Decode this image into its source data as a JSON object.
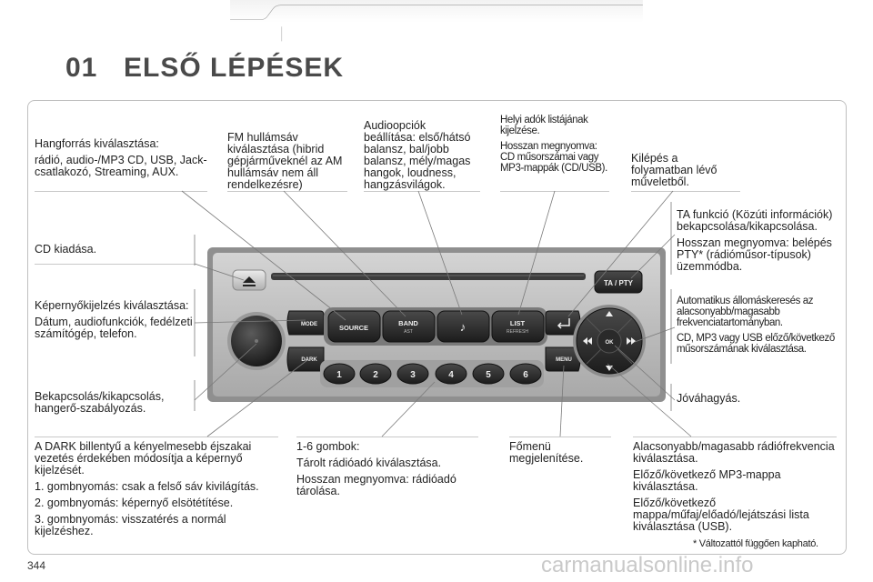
{
  "header": {
    "chapter": "01",
    "title": "ELSŐ LÉPÉSEK"
  },
  "labels": {
    "source_select": {
      "title": "Hangforrás kiválasztása:",
      "body": "rádió, audio-/MP3 CD, USB, Jack-csatlakozó, Streaming, AUX."
    },
    "fm_band": "FM hullámsáv kiválasztása (hibrid gépjárműveknél az AM hullámsáv nem áll rendelkezésre)",
    "audio_options": "Audioopciók beállítása: első/hátsó balansz, bal/jobb balansz, mély/magas hangok, loudness, hangzásvilágok.",
    "local_list": {
      "title": "Helyi adók listájának kijelzése.",
      "body": "Hosszan megnyomva: CD műsorszámai vagy MP3-mappák (CD/USB)."
    },
    "exit": "Kilépés a folyamatban lévő műveletből.",
    "ta": {
      "line1": "TA funkció (Közúti információk) bekapcsolása/kikapcsolása.",
      "line2": "Hosszan megnyomva: belépés PTY* (rádióműsor-típusok) üzemmódba."
    },
    "eject": "CD kiadása.",
    "display": {
      "title": "Képernyőkijelzés kiválasztása:",
      "body": "Dátum, audiofunkciók, fedélzeti számítógép, telefon."
    },
    "auto_search": {
      "line1": "Automatikus állomáskeresés az alacsonyabb/magasabb frekvenciatartományban.",
      "line2": "CD, MP3 vagy USB előző/következő műsorszámának kiválasztása."
    },
    "power": "Bekapcsolás/kikapcsolás, hangerő-szabályozás.",
    "confirm": "Jóváhagyás.",
    "dark": {
      "intro": "A DARK billentyű a kényelmesebb éjszakai vezetés érdekében módosítja a képernyő kijelzését.",
      "p1": "1. gombnyomás: csak a felső sáv kivilágítás.",
      "p2": "2. gombnyomás: képernyő elsötétítése.",
      "p3": "3. gombnyomás: visszatérés a normál kijelzéshez."
    },
    "presets": {
      "title": "1-6 gombok:",
      "line1": "Tárolt rádióadó kiválasztása.",
      "line2": "Hosszan megnyomva: rádióadó tárolása."
    },
    "menu": "Főmenü megjelenítése.",
    "freq": {
      "line1": "Alacsonyabb/magasabb rádiófrekvencia kiválasztása.",
      "line2": "Előző/következő MP3-mappa kiválasztása.",
      "line3": "Előző/következő mappa/műfaj/előadó/lejátszási lista kiválasztása (USB)."
    }
  },
  "radio": {
    "source": "SOURCE",
    "band": "BAND",
    "band_sub": "AST",
    "list": "LIST",
    "list_sub": "REFRESH",
    "menu": "MENU",
    "mode": "MODE",
    "dark": "DARK",
    "ta_pty": "TA / PTY",
    "ok": "OK",
    "presets": [
      "1",
      "2",
      "3",
      "4",
      "5",
      "6"
    ]
  },
  "icons": [
    "eject-icon",
    "note-icon",
    "back-arrow-icon",
    "up-arrow-icon",
    "down-arrow-icon",
    "rewind-icon",
    "forward-icon"
  ],
  "footnote": "* Változattól függően kapható.",
  "page_number": "344",
  "watermark": "carmanualsonline.info"
}
